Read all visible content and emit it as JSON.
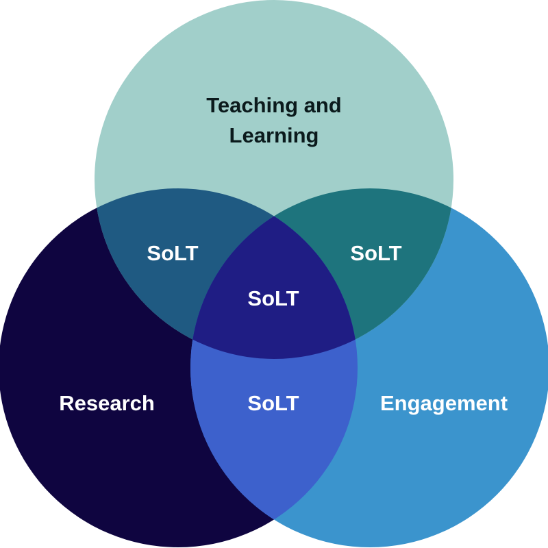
{
  "diagram": {
    "type": "venn",
    "sets": {
      "teaching": {
        "label_lines": [
          "Teaching and",
          "Learning"
        ],
        "color": "#a1cfca"
      },
      "research": {
        "label": "Research",
        "color": "#0f0540"
      },
      "engagement": {
        "label": "Engagement",
        "color": "#3b94cd"
      }
    },
    "overlaps": {
      "teaching_research": {
        "label": "SoLT",
        "color": "#1f5a82"
      },
      "teaching_engagement": {
        "label": "SoLT",
        "color": "#1e747d"
      },
      "research_engagement": {
        "label": "SoLT",
        "color": "#3d61cc"
      },
      "all_three": {
        "label": "SoLT",
        "color": "#1f1d84"
      }
    },
    "text_colors": {
      "dark": "#0b1a1c",
      "light": "#ffffff"
    }
  }
}
